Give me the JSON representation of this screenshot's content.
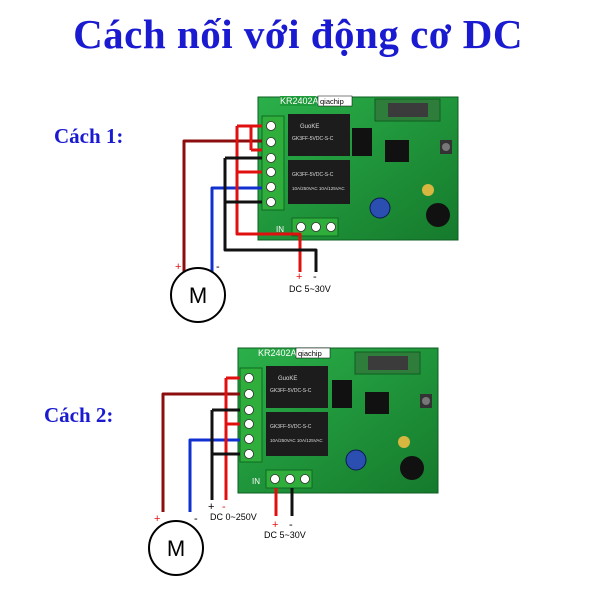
{
  "title": "Cách nối với động cơ DC",
  "cases": [
    {
      "label": "Cách 1:",
      "board_model": "KR2402A",
      "board_brand": "qiachip",
      "relay_brand": "GuoKE",
      "relay_part": "GK3FF-5VDC-S-C",
      "relay_spec": "10A/250VAC 10A/125VAC",
      "in_label": "IN",
      "motor_label": "M",
      "motor_plus": "+",
      "motor_minus": "-",
      "supply_plus": "+",
      "supply_minus": "-",
      "supply_label": "DC 5~30V"
    },
    {
      "label": "Cách 2:",
      "board_model": "KR2402A",
      "board_brand": "qiachip",
      "relay_brand": "GuoKE",
      "relay_part": "GK3FF-5VDC-S-C",
      "relay_spec": "10A/250VAC 10A/125VAC",
      "in_label": "IN",
      "motor_label": "M",
      "motor_plus": "+",
      "motor_minus": "-",
      "load_plus": "+",
      "load_minus": "-",
      "load_label": "DC 0~250V",
      "supply_plus": "+",
      "supply_minus": "-",
      "supply_label": "DC 5~30V"
    }
  ],
  "colors": {
    "title": "#1a1ad0",
    "wire_red": "#e01010",
    "wire_darkred": "#8b0d0d",
    "wire_blue": "#1030d0",
    "wire_black": "#111111",
    "pcb": "#1f9a3a",
    "terminal": "#2fae3c",
    "relay": "#1a1a1a"
  }
}
